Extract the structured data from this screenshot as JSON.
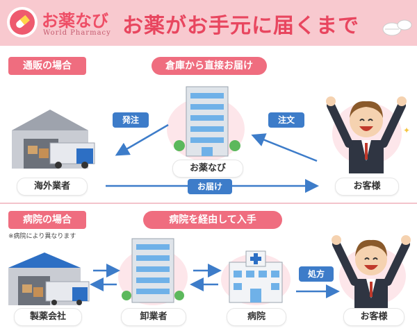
{
  "header": {
    "logo_text": "お薬なび",
    "logo_sub": "World Pharmacy",
    "title": "お薬がお手元に届くまで"
  },
  "section_mail": {
    "tag": "通販の場合",
    "route_label": "倉庫から直接お届け",
    "labels": {
      "overseas": "海外業者",
      "pharmacy": "お薬なび",
      "customer": "お客様"
    },
    "arrow_labels": {
      "order_to_supplier": "発注",
      "order_from_customer": "注文",
      "delivery": "お届け"
    }
  },
  "section_hospital": {
    "tag": "病院の場合",
    "note": "※病院により異なります",
    "route_label": "病院を経由して入手",
    "labels": {
      "manufacturer": "製薬会社",
      "wholesaler": "卸業者",
      "hospital": "病院",
      "customer": "お客様"
    },
    "arrow_labels": {
      "prescription": "処方"
    }
  }
}
